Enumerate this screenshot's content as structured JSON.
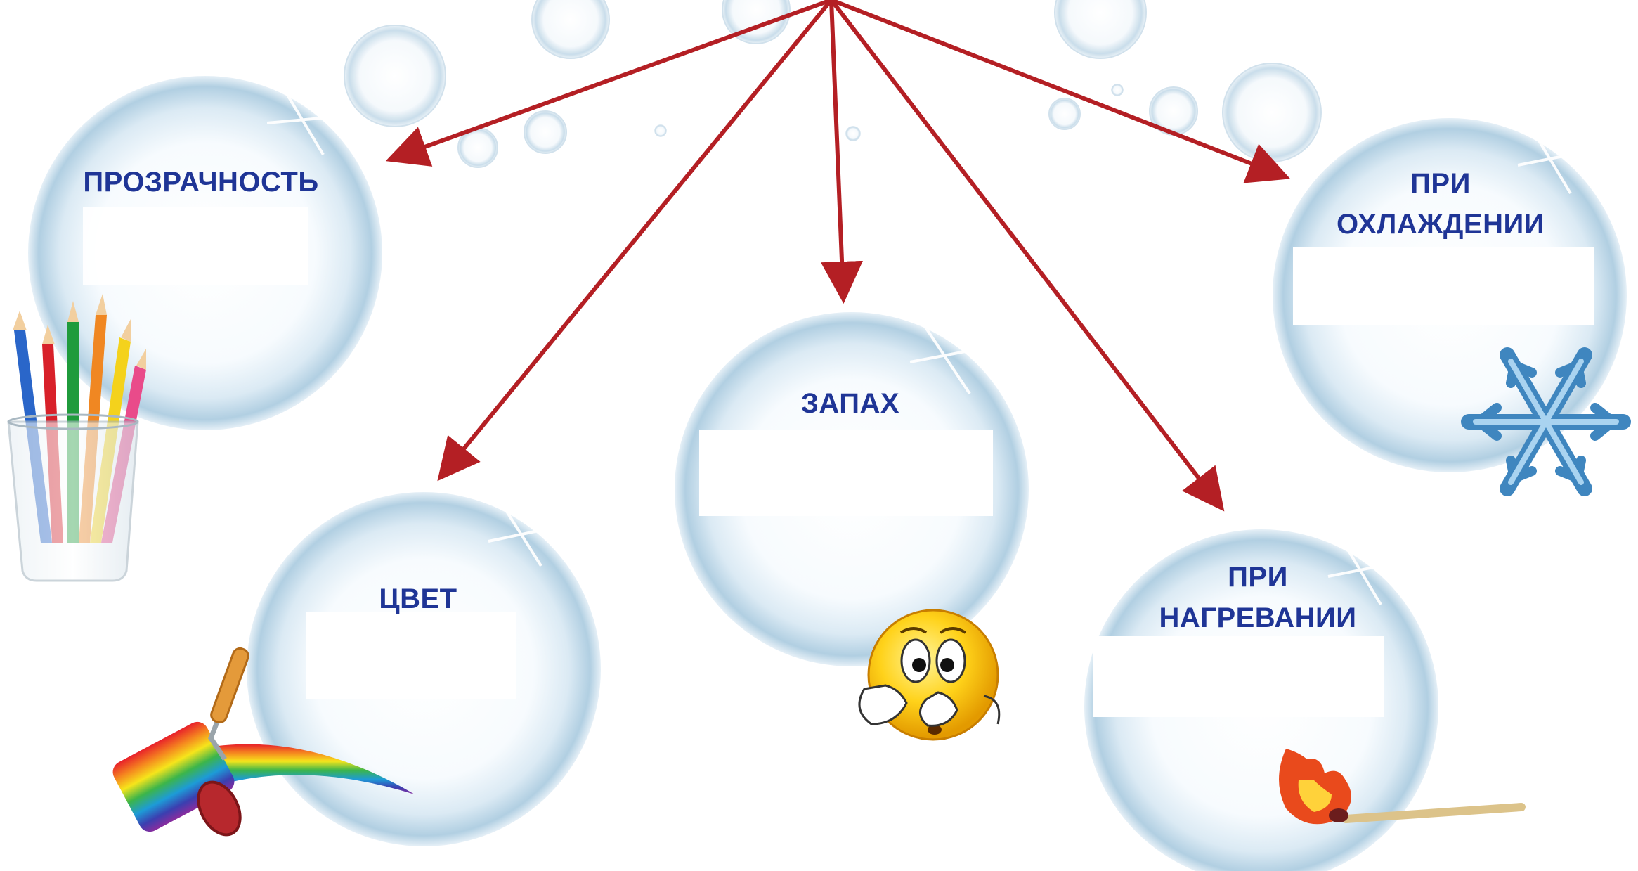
{
  "nodes": [
    {
      "id": "transparency",
      "label": "ПРОЗРАЧНОСТЬ",
      "icon": "pencil-cup-icon"
    },
    {
      "id": "color",
      "label": "ЦВЕТ",
      "icon": "paint-roller-icon"
    },
    {
      "id": "smell",
      "label": "ЗАПАХ",
      "icon": "sniffing-smiley-icon"
    },
    {
      "id": "heating",
      "label_lines": [
        "ПРИ",
        "НАГРЕВАНИИ"
      ],
      "icon": "burning-match-icon"
    },
    {
      "id": "cooling",
      "label_lines": [
        "ПРИ",
        "ОХЛАЖДЕНИИ"
      ],
      "icon": "snowflake-icon"
    }
  ],
  "colors": {
    "arrow": "#b41f24",
    "label": "#1f3596",
    "bubble_edge": "#9fc3d9"
  }
}
